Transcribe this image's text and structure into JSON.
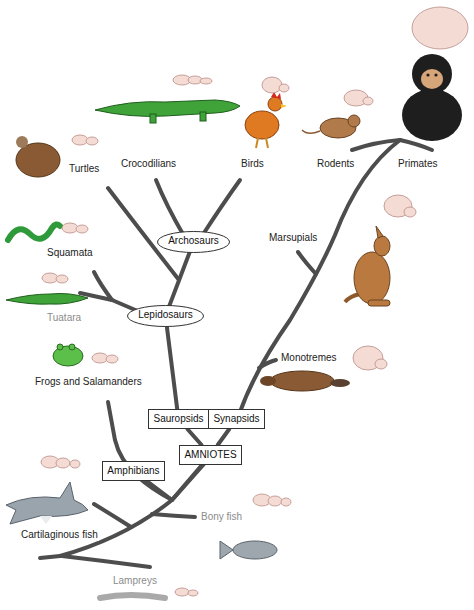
{
  "diagram": {
    "nodes": [
      {
        "text": [
          "Archosaurs"
        ]
      },
      {
        "text": [
          "Lepidosaurs"
        ]
      },
      {
        "text": [
          "Sauropsids"
        ]
      },
      {
        "text": [
          "Synapsids"
        ]
      },
      {
        "text": [
          "AMNIOTES"
        ]
      },
      {
        "text": [
          "Amphibians"
        ]
      }
    ],
    "edges": [
      {
        "from": 1,
        "to": 0,
        "arrow": "none"
      },
      {
        "from": 2,
        "to": 1,
        "arrow": "none"
      },
      {
        "from": 4,
        "to": 2,
        "arrow": "none"
      },
      {
        "from": 4,
        "to": 3,
        "arrow": "none"
      },
      {
        "from": 5,
        "to": 4,
        "arrow": "none"
      }
    ],
    "labels": [
      "Crocodilians",
      "Birds",
      "Rodents",
      "Primates",
      "Turtles",
      "Marsupials",
      "Squamata",
      "Tuatara",
      "Monotremes",
      "Frogs and Salamanders",
      "Bony fish",
      "Cartilaginous fish",
      "Lampreys"
    ]
  }
}
